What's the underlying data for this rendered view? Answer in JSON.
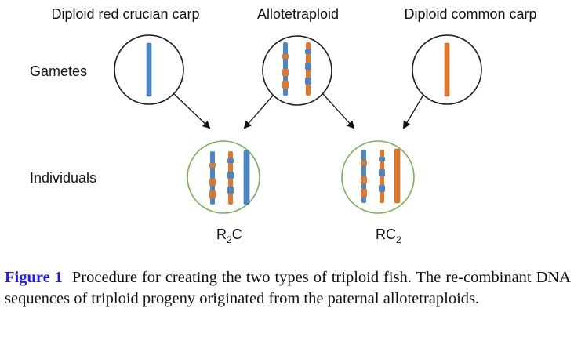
{
  "colors": {
    "red_crucian_blue": "#4a86c5",
    "common_carp_orange": "#e0772b",
    "gamete_circle": "#1a1a1a",
    "individual_circle": "#77b255"
  },
  "headers": {
    "red_crucian": "Diploid red crucian carp",
    "allotetraploid": "Allotetraploid",
    "common_carp": "Diploid common carp"
  },
  "row_labels": {
    "gametes": "Gametes",
    "individuals": "Individuals"
  },
  "individuals": {
    "left": {
      "base": "R",
      "sub": "2",
      "tail": "C"
    },
    "right": {
      "base": "RC",
      "sub": "2",
      "tail": ""
    }
  },
  "caption": {
    "figure_label": "Figure 1",
    "text": "Procedure for creating the two types of triploid fish. The re-combinant DNA sequences of triploid progeny originated from the paternal allotetraploids."
  }
}
